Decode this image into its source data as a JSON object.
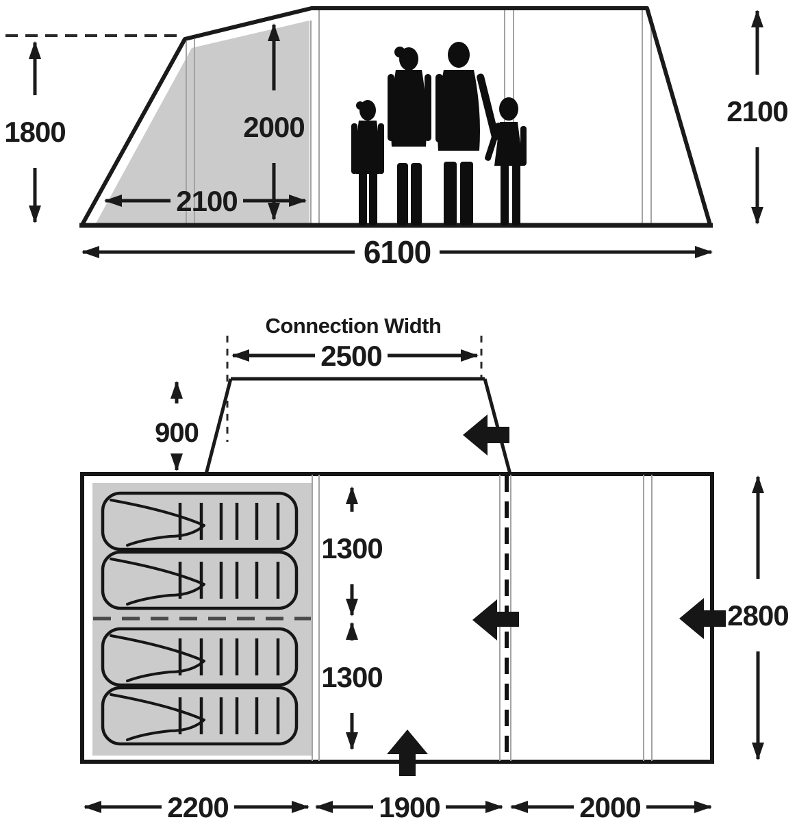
{
  "palette": {
    "ink": "#1a1a1a",
    "shade_gray": "#cbcbcb",
    "pole_line_gray": "#a3a3a3",
    "background": "#ffffff"
  },
  "side_view": {
    "dims": {
      "height_left": "1800",
      "height_inner": "2000",
      "porch_width": "2100",
      "height_right": "2100",
      "total_length": "6100"
    }
  },
  "floor_plan": {
    "connection": {
      "label": "Connection Width",
      "width": "2500",
      "depth": "900"
    },
    "dims": {
      "bedroom_front_depth": "1300",
      "bedroom_rear_depth": "1300",
      "total_width": "2800",
      "section_bedroom_length": "2200",
      "section_living_length": "1900",
      "section_front_length": "2000"
    }
  }
}
